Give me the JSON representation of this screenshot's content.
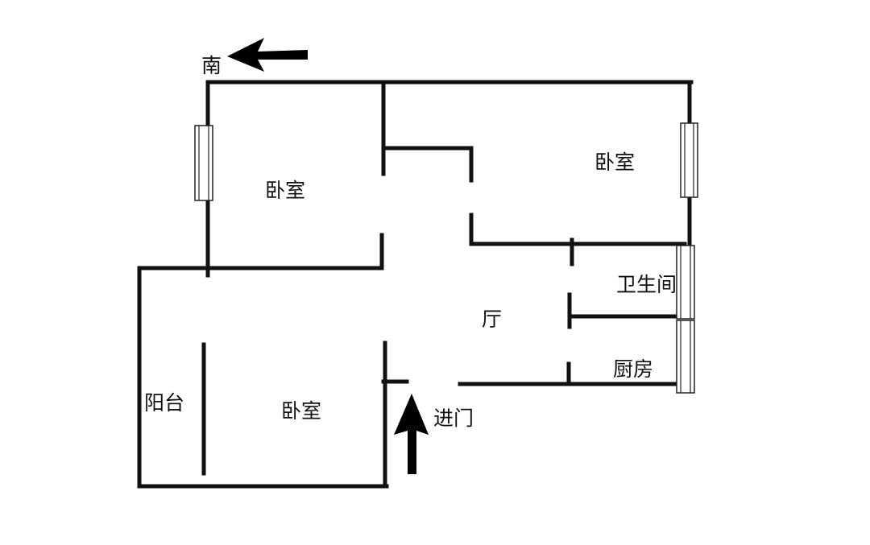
{
  "compass": {
    "label": "南"
  },
  "rooms": {
    "bedroom_northwest": "卧室",
    "bedroom_northeast": "卧室",
    "bedroom_south": "卧室",
    "bathroom": "卫生间",
    "living_room": "厅",
    "kitchen": "厨房",
    "balcony": "阳台"
  },
  "entrance": {
    "label": "进门"
  },
  "colors": {
    "wall": "#111111",
    "background": "#ffffff"
  }
}
